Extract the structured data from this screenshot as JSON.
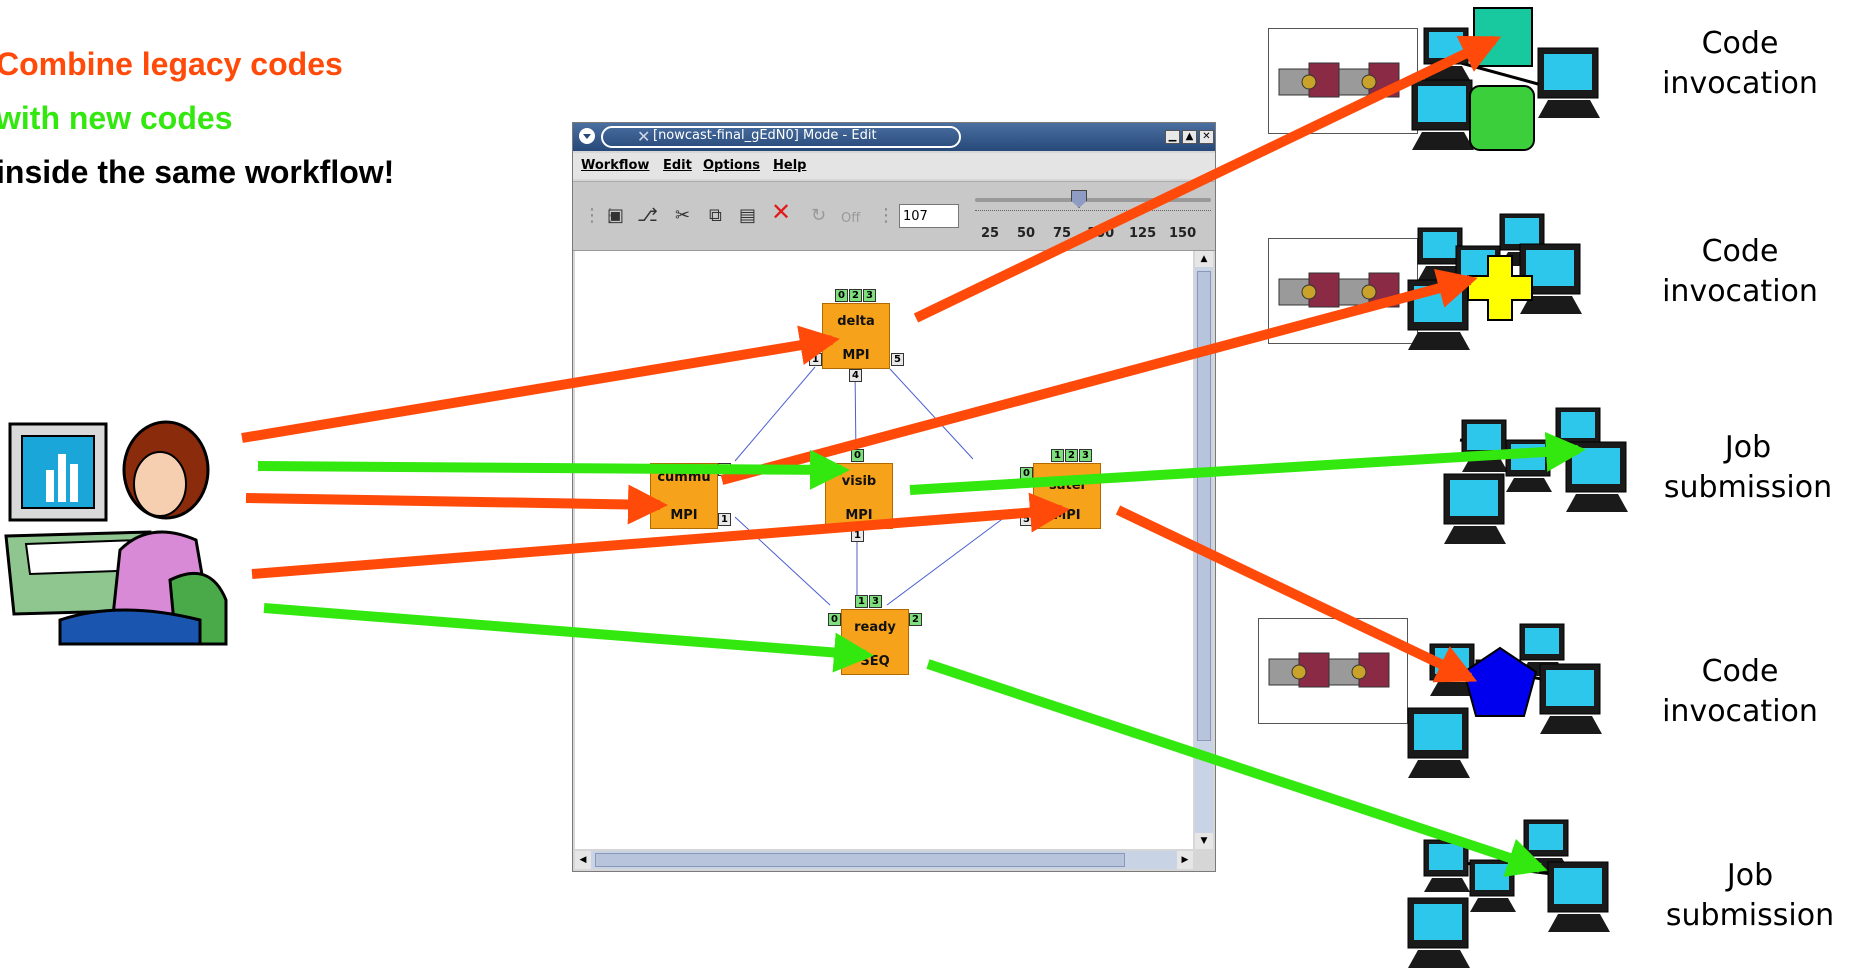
{
  "headlines": {
    "line1": "Combine legacy codes",
    "line2": "with new codes",
    "line3": "inside the same workflow!"
  },
  "colors": {
    "legacy": "#ff4a0a",
    "new": "#33e80f",
    "emphasis": "#000000"
  },
  "window": {
    "title": "[nowcast-final_gEdN0]  Mode - Edit",
    "menu": [
      "Workflow",
      "Edit",
      "Options",
      "Help"
    ],
    "toolbar": {
      "off_label": "Off",
      "zoom_value": "107",
      "scale_ticks": [
        "25",
        "50",
        "75",
        "100",
        "125",
        "150"
      ]
    }
  },
  "nodes": [
    {
      "name": "delta",
      "type": "MPI"
    },
    {
      "name": "cummu",
      "type": "MPI"
    },
    {
      "name": "visib",
      "type": "MPI"
    },
    {
      "name": "satel",
      "type": "MPI"
    },
    {
      "name": "ready",
      "type": "SEQ"
    }
  ],
  "ports": {
    "delta": {
      "top": [
        "0",
        "2",
        "3"
      ],
      "left": "1",
      "right": "5",
      "bottom": "4"
    },
    "cummu": {
      "right_top": "0",
      "right_bottom": "1"
    },
    "visib": {
      "top": "0",
      "bottom": "1"
    },
    "satel": {
      "top": [
        "1",
        "2",
        "3"
      ],
      "left_top": "0",
      "left_bottom": "5"
    },
    "ready": {
      "top": [
        "1",
        "3"
      ],
      "left": "0",
      "right": "2"
    }
  },
  "right_labels": [
    {
      "line1": "Code",
      "line2": "invocation"
    },
    {
      "line1": "Code",
      "line2": "invocation"
    },
    {
      "line1": "Job",
      "line2": "submission"
    },
    {
      "line1": "Code",
      "line2": "invocation"
    },
    {
      "line1": "Job",
      "line2": "submission"
    }
  ],
  "icons": {
    "user": "user-at-computer-icon",
    "network": "computer-network-icon",
    "puzzle": "legacy-puzzle-icon"
  }
}
